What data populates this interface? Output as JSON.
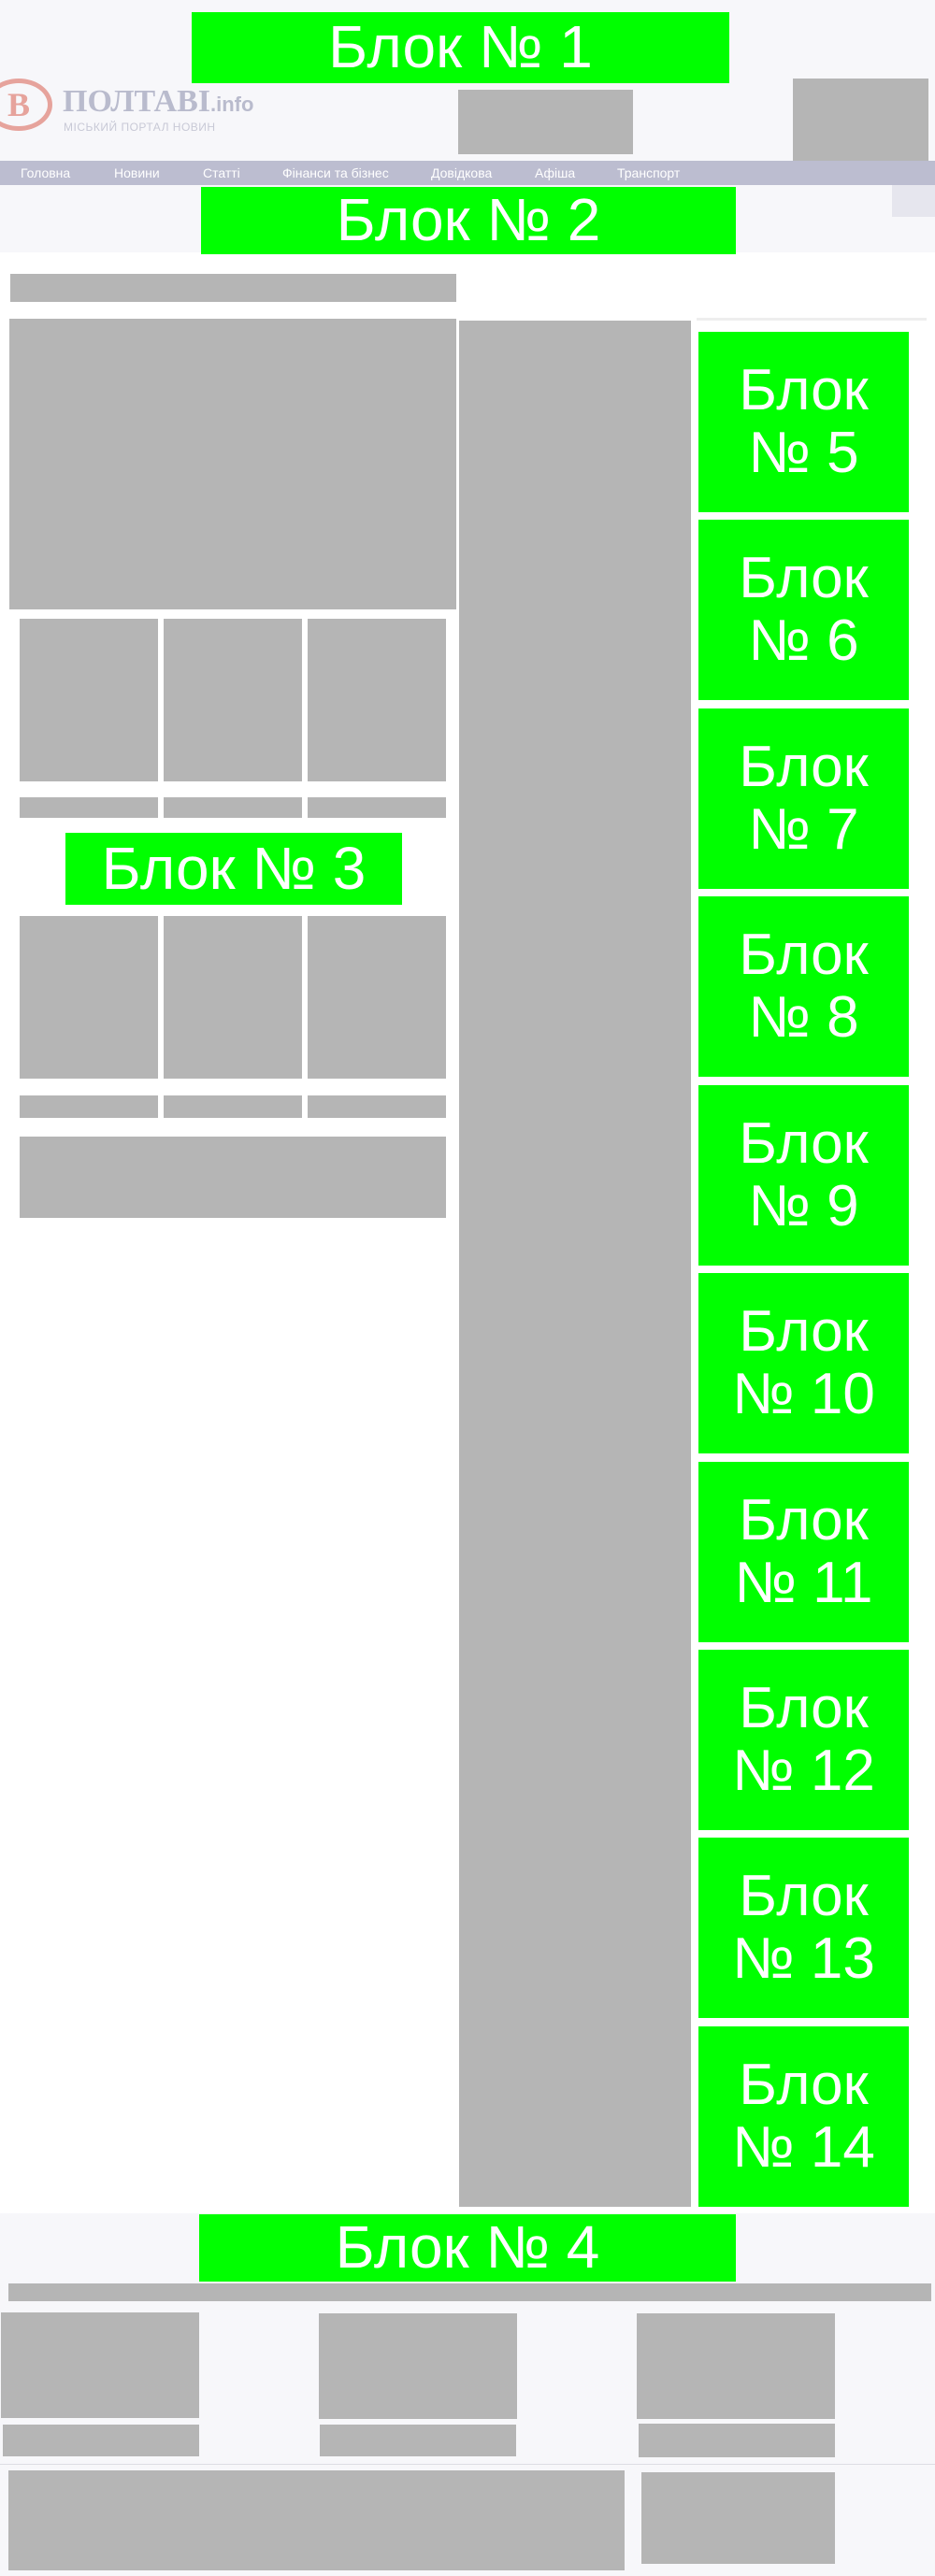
{
  "header": {
    "logo": {
      "letter": "В",
      "title": "ПОЛТАВІ",
      "tld": ".info",
      "subtitle": "МІСЬКИЙ ПОРТАЛ НОВИН"
    }
  },
  "nav": {
    "items": [
      {
        "label": "Головна"
      },
      {
        "label": "Новини"
      },
      {
        "label": "Статті"
      },
      {
        "label": "Фінанси та бізнес"
      },
      {
        "label": "Довідкова"
      },
      {
        "label": "Афіша"
      },
      {
        "label": "Транспорт"
      }
    ]
  },
  "blocks": {
    "b1": "Блок № 1",
    "b2": "Блок № 2",
    "b3": "Блок № 3",
    "b4": "Блок № 4",
    "sidebar": [
      {
        "line1": "Блок",
        "line2": "№ 5"
      },
      {
        "line1": "Блок",
        "line2": "№ 6"
      },
      {
        "line1": "Блок",
        "line2": "№ 7"
      },
      {
        "line1": "Блок",
        "line2": "№ 8"
      },
      {
        "line1": "Блок",
        "line2": "№ 9"
      },
      {
        "line1": "Блок",
        "line2": "№ 10"
      },
      {
        "line1": "Блок",
        "line2": "№ 11"
      },
      {
        "line1": "Блок",
        "line2": "№ 12"
      },
      {
        "line1": "Блок",
        "line2": "№ 13"
      },
      {
        "line1": "Блок",
        "line2": "№ 14"
      }
    ]
  },
  "colors": {
    "ad_green": "#00ff00",
    "placeholder_gray": "#b5b5b5",
    "nav_bg": "#bcbdd0",
    "logo_accent": "#e6a39c"
  }
}
